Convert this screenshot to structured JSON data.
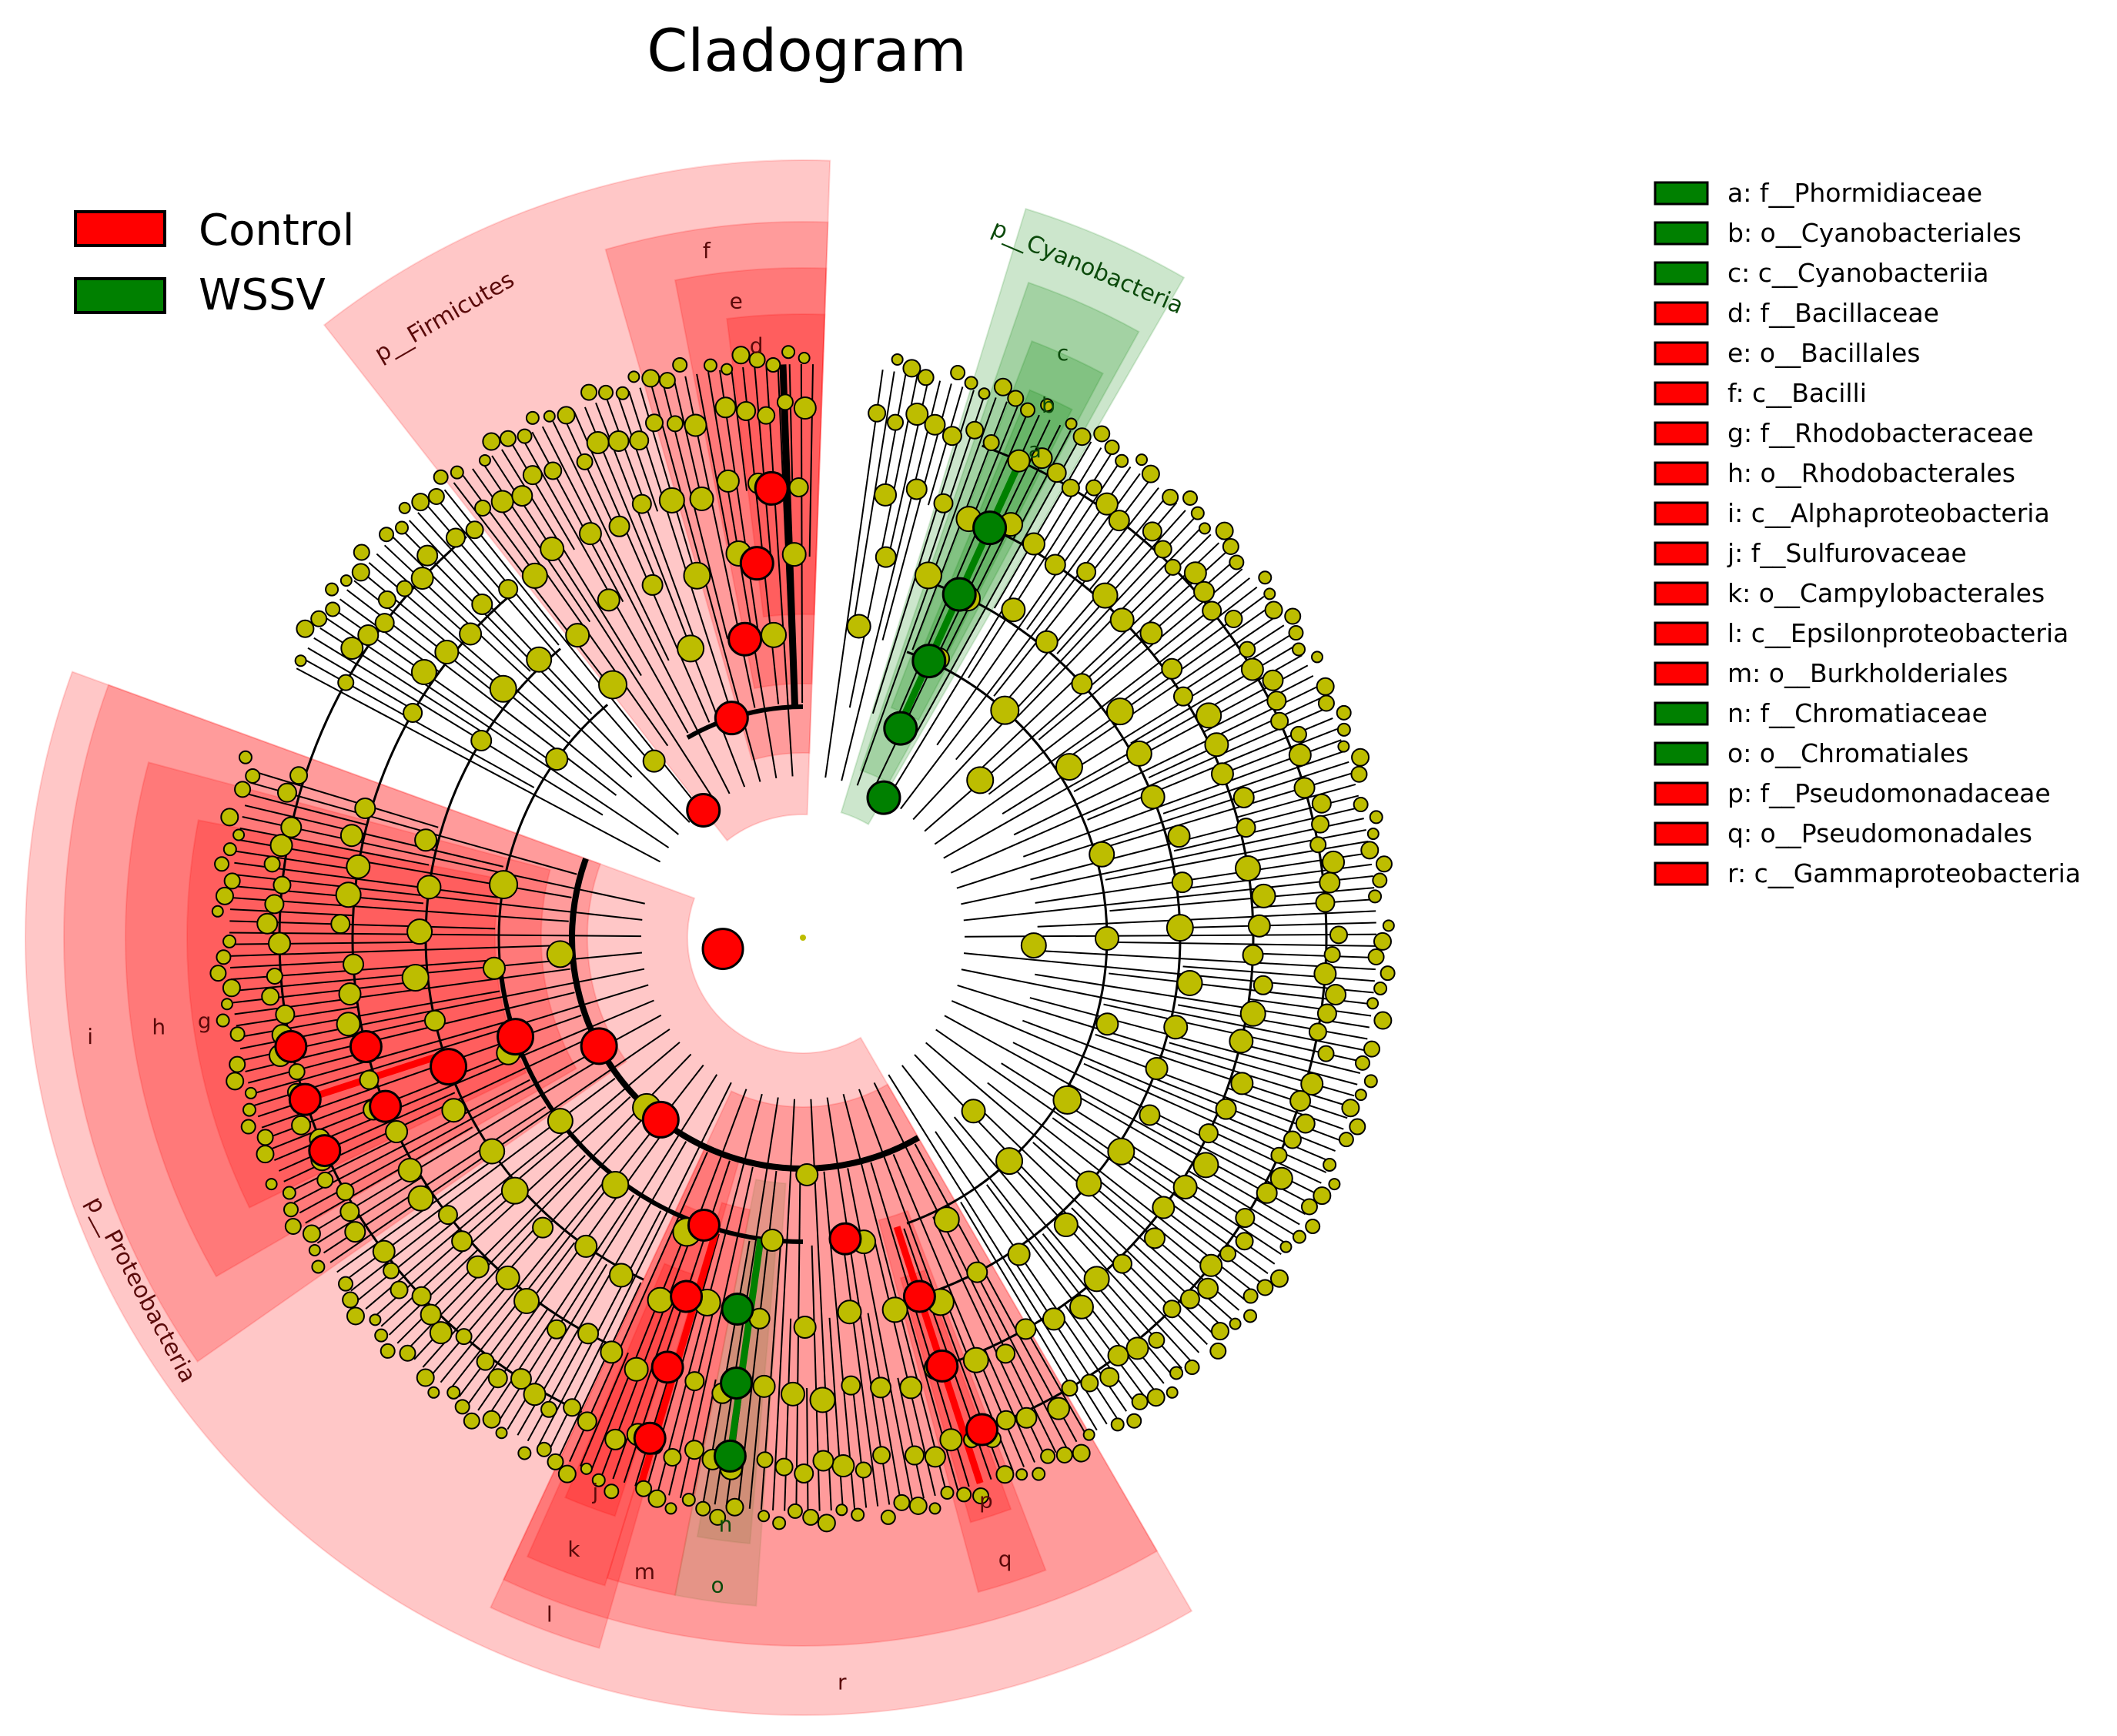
{
  "title": "Cladogram",
  "groups": [
    {
      "name": "Control",
      "color": "#ff0000"
    },
    {
      "name": "WSSV",
      "color": "#008000"
    }
  ],
  "node_color": "#bdbd00",
  "background_node_count": 520,
  "key": [
    {
      "letter": "a",
      "label": "f__Phormidiaceae",
      "group": "WSSV",
      "text": "a: f__Phormidiaceae"
    },
    {
      "letter": "b",
      "label": "o__Cyanobacteriales",
      "group": "WSSV",
      "text": "b: o__Cyanobacteriales"
    },
    {
      "letter": "c",
      "label": "c__Cyanobacteriia",
      "group": "WSSV",
      "text": "c: c__Cyanobacteriia"
    },
    {
      "letter": "d",
      "label": "f__Bacillaceae",
      "group": "Control",
      "text": "d: f__Bacillaceae"
    },
    {
      "letter": "e",
      "label": "o__Bacillales",
      "group": "Control",
      "text": "e: o__Bacillales"
    },
    {
      "letter": "f",
      "label": "c__Bacilli",
      "group": "Control",
      "text": "f: c__Bacilli"
    },
    {
      "letter": "g",
      "label": "f__Rhodobacteraceae",
      "group": "Control",
      "text": "g: f__Rhodobacteraceae"
    },
    {
      "letter": "h",
      "label": "o__Rhodobacterales",
      "group": "Control",
      "text": "h: o__Rhodobacterales"
    },
    {
      "letter": "i",
      "label": "c__Alphaproteobacteria",
      "group": "Control",
      "text": "i: c__Alphaproteobacteria"
    },
    {
      "letter": "j",
      "label": "f__Sulfurovaceae",
      "group": "Control",
      "text": "j: f__Sulfurovaceae"
    },
    {
      "letter": "k",
      "label": "o__Campylobacterales",
      "group": "Control",
      "text": "k: o__Campylobacterales"
    },
    {
      "letter": "l",
      "label": "c__Epsilonproteobacteria",
      "group": "Control",
      "text": "l: c__Epsilonproteobacteria"
    },
    {
      "letter": "m",
      "label": "o__Burkholderiales",
      "group": "Control",
      "text": "m: o__Burkholderiales"
    },
    {
      "letter": "n",
      "label": "f__Chromatiaceae",
      "group": "WSSV",
      "text": "n: f__Chromatiaceae"
    },
    {
      "letter": "o",
      "label": "o__Chromatiales",
      "group": "WSSV",
      "text": "o: o__Chromatiales"
    },
    {
      "letter": "p",
      "label": "f__Pseudomonadaceae",
      "group": "Control",
      "text": "p: f__Pseudomonadaceae"
    },
    {
      "letter": "q",
      "label": "o__Pseudomonadales",
      "group": "Control",
      "text": "q: o__Pseudomonadales"
    },
    {
      "letter": "r",
      "label": "c__Gammaproteobacteria",
      "group": "Control",
      "text": "r: c__Gammaproteobacteria"
    }
  ],
  "phyla": [
    {
      "name": "p__Firmicutes",
      "group": "Control"
    },
    {
      "name": "p__Cyanobacteria",
      "group": "WSSV"
    },
    {
      "name": "p__Proteobacteria",
      "group": "Control"
    }
  ]
}
